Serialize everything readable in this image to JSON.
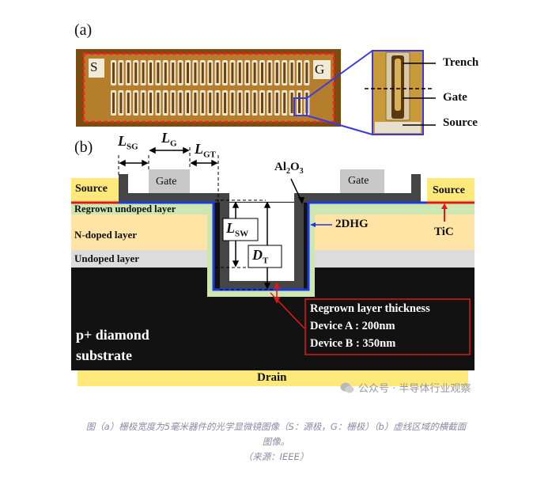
{
  "panel_a": {
    "label": "(a)",
    "pad_source": "S",
    "pad_gate": "G",
    "zoom_labels": {
      "trench": "Trench",
      "gate": "Gate",
      "source": "Source"
    }
  },
  "panel_b": {
    "label": "(b)",
    "dims": {
      "lsg": "L",
      "lsg_sub": "SG",
      "lg": "L",
      "lg_sub": "G",
      "lgt": "L",
      "lgt_sub": "GT",
      "lsw": "L",
      "lsw_sub": "SW",
      "dt": "D",
      "dt_sub": "T"
    },
    "al2o3": {
      "a": "Al",
      "a_sub": "2",
      "b": "O",
      "b_sub": "3"
    },
    "source_left": "Source",
    "source_right": "Source",
    "gate_left": "Gate",
    "gate_right": "Gate",
    "layers": {
      "regrown": "Regrown undoped layer",
      "ndoped": "N-doped layer",
      "undoped": "Undoped layer"
    },
    "substrate_line1": "p+ diamond",
    "substrate_line2": "substrate",
    "two_dhg": "2DHG",
    "tic": "TiC",
    "regrown_box": {
      "title": "Regrown layer thickness",
      "device_a": "Device A : 200nm",
      "device_b": "Device B : 350nm"
    },
    "drain": "Drain"
  },
  "watermark": "公众号 · 半导体行业观察",
  "caption": {
    "line1": "图（a）栅极宽度为5毫米器件的光学显微镜图像（S：源极，G：栅极）（b）虚线区域的横截面",
    "line2": "图像。",
    "line3": "（来源：IEEE）"
  },
  "colors": {
    "red": "#e01818",
    "blue": "#1a3ae0",
    "source_yellow": "#ffe97a",
    "substrate": "#121212",
    "regrown_green": "#cce8b0",
    "ndoped": "#ffe4a6",
    "undoped": "#dcdcdc",
    "oxide": "#454545"
  }
}
